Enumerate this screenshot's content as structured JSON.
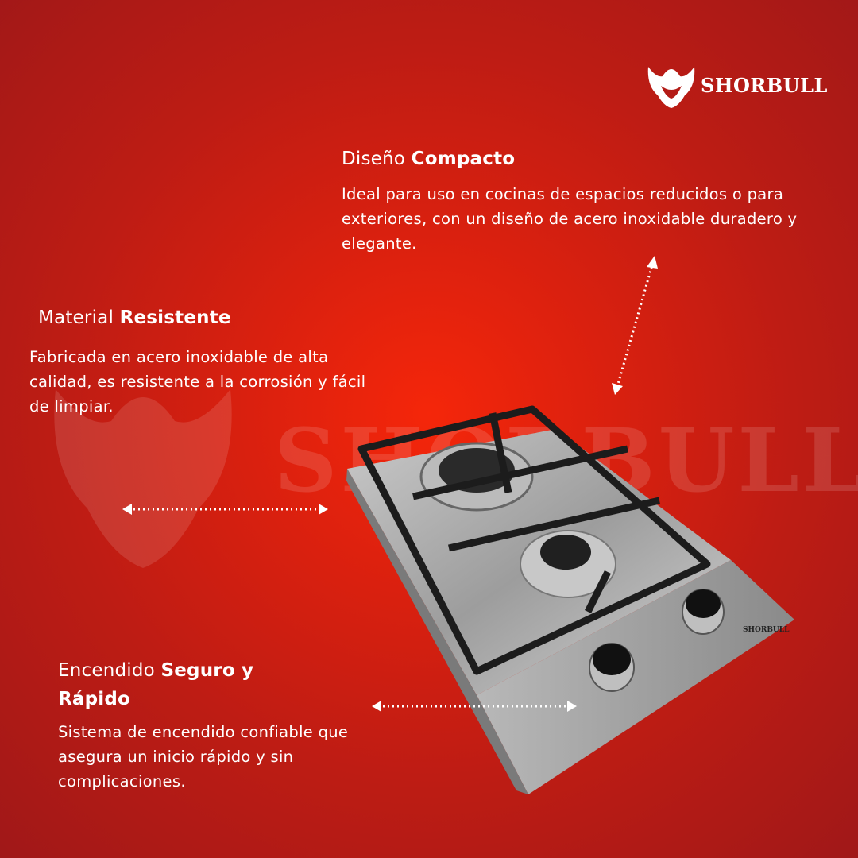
{
  "brand": {
    "name": "SHORBULL",
    "logo_icon": "bull-head-icon"
  },
  "watermark": {
    "text": "SHORBULL"
  },
  "features": [
    {
      "title_light": "Diseño",
      "title_bold": "Compacto",
      "body": "Ideal para uso en cocinas de espacios reducidos o para exteriores, con un diseño de acero inoxidable duradero y elegante."
    },
    {
      "title_light": "Material",
      "title_bold": "Resistente",
      "body": "Fabricada en acero inoxidable de alta calidad, es resistente a la corrosión y fácil de limpiar."
    },
    {
      "title_light": "Encendido",
      "title_bold": "Seguro y Rápido",
      "body": "Sistema de encendido confiable que asegura un inicio rápido y sin complicaciones."
    }
  ],
  "colors": {
    "background": "#d9200f",
    "text": "#ffffff"
  }
}
